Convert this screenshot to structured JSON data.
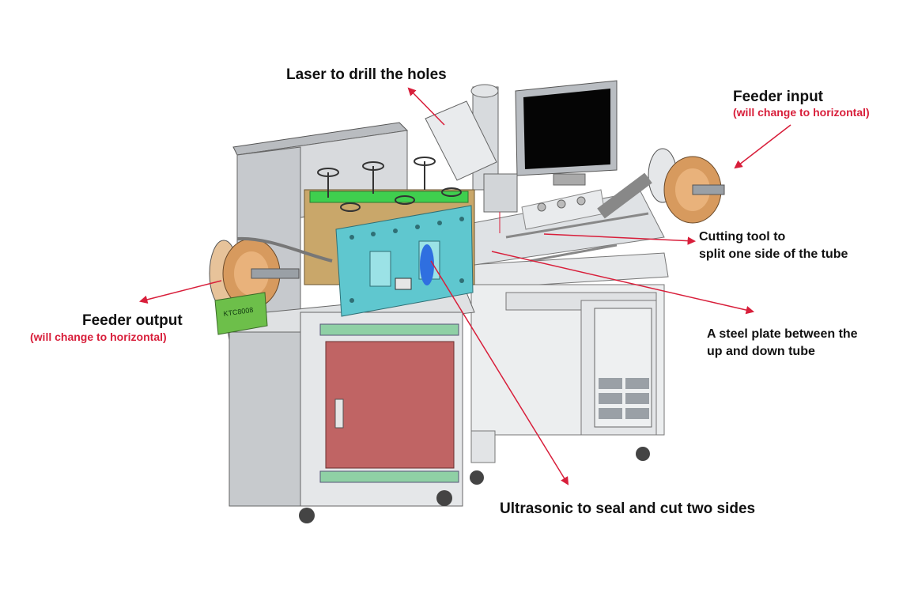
{
  "labels": {
    "laser": "Laser to drill the holes",
    "feeder_input": "Feeder input",
    "feeder_input_note": "(will change to horizontal)",
    "cutting_tool_line1": "Cutting tool to",
    "cutting_tool_line2": "split one side of the tube",
    "steel_plate_line1": "A steel plate between the",
    "steel_plate_line2": "up and down tube",
    "feeder_output": "Feeder output",
    "feeder_output_note": "(will change to horizontal)",
    "ultrasonic": "Ultrasonic to seal and cut two sides"
  },
  "machine_tag": "KTC8008",
  "colors": {
    "arrow": "#d81e3a",
    "note_text": "#d81e3a",
    "frame_grey": "#c9ccd0",
    "panel_cyan": "#5fc7cf",
    "door_red": "#c06464",
    "roll_orange": "#d79a5e",
    "label_green": "#6dbf4a",
    "screen": "#050505"
  }
}
